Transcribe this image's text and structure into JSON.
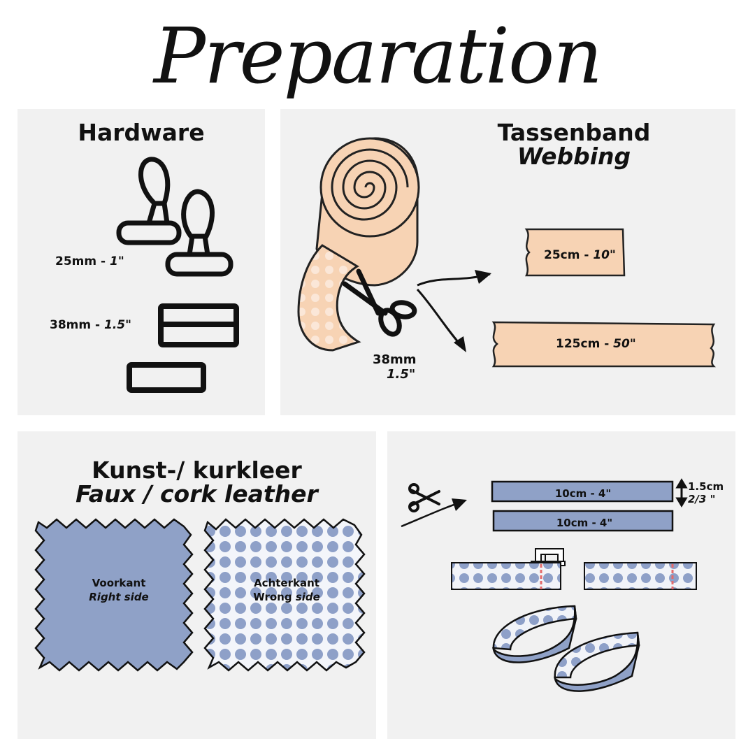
{
  "title": "Preparation",
  "hardware": {
    "heading": "Hardware",
    "clip_label_metric": "25mm - ",
    "clip_label_imperial": "1\"",
    "ring_label_metric": "38mm - ",
    "ring_label_imperial": "1.5\""
  },
  "webbing": {
    "heading_nl": "Tassenband",
    "heading_en": "Webbing",
    "width_metric": "38mm",
    "width_imperial": "1.5\"",
    "short_strip_metric": "25cm - ",
    "short_strip_imperial": "10\"",
    "long_strip_metric": "125cm - ",
    "long_strip_imperial": "50\""
  },
  "leather": {
    "heading_nl": "Kunst-/ kurkleer",
    "heading_en": "Faux / cork leather",
    "front_nl": "Voorkant",
    "front_en": "Right side",
    "back_nl": "Achterkant",
    "back_en_a": "Wrong ",
    "back_en_b": "side"
  },
  "loops": {
    "strip1": "10cm - 4\"",
    "strip2": "10cm - 4\"",
    "height_metric": "1.5cm",
    "height_imperial": "2/3 \""
  },
  "colors": {
    "panel": "#f1f1f1",
    "webbing": "#f7d3b4",
    "leather_blue": "#8fa1c7",
    "dot_blue": "#8ea0c8",
    "seam": "#e46a6a"
  },
  "icons": [
    "clip-icon",
    "rectangle-ring-icon",
    "webbing-roll-icon",
    "scissors-icon",
    "arrow-icon",
    "sewing-machine-icon",
    "loop-icon"
  ]
}
